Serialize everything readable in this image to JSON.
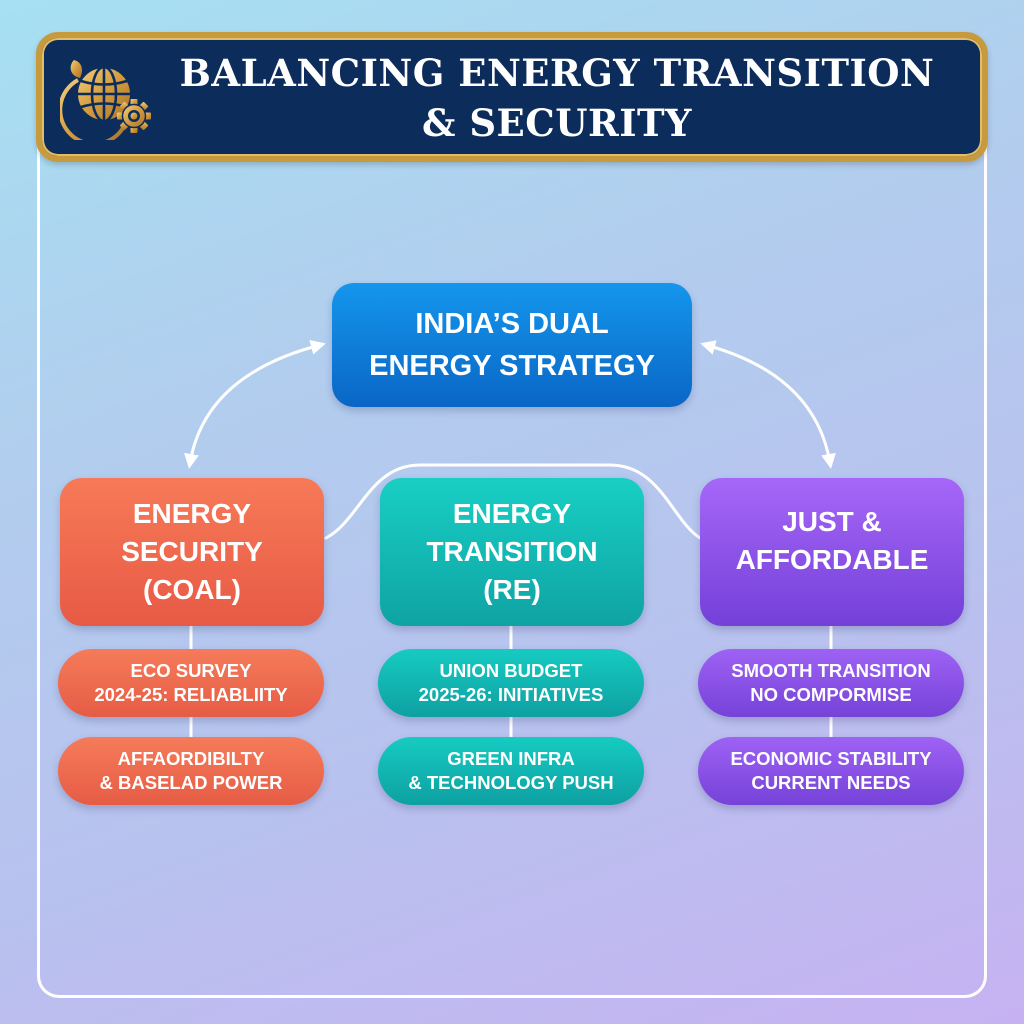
{
  "header": {
    "title": "BALANCING ENERGY TRANSITION\n& SECURITY",
    "icon": "globe-gear-leaf-icon",
    "colors": {
      "background": "#0c2d5c",
      "border": "#c79a3d",
      "icon": "#d8a84a"
    }
  },
  "center": {
    "label": "INDIA’S DUAL\nENERGY STRATEGY",
    "color": "#0a66c6"
  },
  "categories": [
    {
      "label": "ENERGY\nSECURITY\n(COAL)",
      "color": "#e75a45",
      "items": [
        {
          "label": "ECO SURVEY\n2024-25: RELIABLIITY"
        },
        {
          "label": "AFFAORDIBILTY\n& BASELAD POWER"
        }
      ]
    },
    {
      "label": "ENERGY\nTRANSITION\n(RE)",
      "color": "#0fa3a4",
      "items": [
        {
          "label": "UNION BUDGET\n2025-26: INITIATIVES"
        },
        {
          "label": "GREEN INFRA\n& TECHNOLOGY PUSH"
        }
      ]
    },
    {
      "label": "JUST &\nAFFORDABLE",
      "color": "#7440d8",
      "items": [
        {
          "label": "SMOOTH TRANSITION\nNO COMPORMISE"
        },
        {
          "label": "ECONOMIC STABILITY\nCURRENT NEEDS"
        }
      ]
    }
  ],
  "connectors": {
    "center_to_left": "bidirectional-arrow",
    "center_to_right": "bidirectional-arrow",
    "left_to_middle_to_right": "curved-link"
  }
}
